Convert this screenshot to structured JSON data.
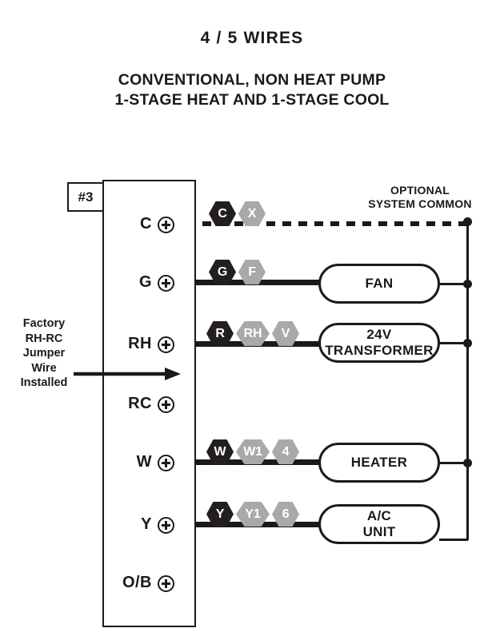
{
  "title": {
    "main": "4 / 5  WIRES",
    "sub_line1": "CONVENTIONAL, NON HEAT PUMP",
    "sub_line2": "1-STAGE HEAT AND 1-STAGE COOL"
  },
  "terminal_block": {
    "tag": "#3",
    "terminals": [
      {
        "label": "C",
        "connected": true,
        "wire_style": "dashed"
      },
      {
        "label": "G",
        "connected": true,
        "wire_style": "solid"
      },
      {
        "label": "RH",
        "connected": true,
        "wire_style": "solid"
      },
      {
        "label": "RC",
        "connected": false,
        "wire_style": "none"
      },
      {
        "label": "W",
        "connected": true,
        "wire_style": "solid"
      },
      {
        "label": "Y",
        "connected": true,
        "wire_style": "solid"
      },
      {
        "label": "O/B",
        "connected": false,
        "wire_style": "none"
      }
    ]
  },
  "wire_labels": {
    "c": [
      {
        "text": "C",
        "color": "black"
      },
      {
        "text": "X",
        "color": "gray"
      }
    ],
    "g": [
      {
        "text": "G",
        "color": "black"
      },
      {
        "text": "F",
        "color": "gray"
      }
    ],
    "rh": [
      {
        "text": "R",
        "color": "black"
      },
      {
        "text": "RH",
        "color": "gray"
      },
      {
        "text": "V",
        "color": "gray"
      }
    ],
    "w": [
      {
        "text": "W",
        "color": "black"
      },
      {
        "text": "W1",
        "color": "gray"
      },
      {
        "text": "4",
        "color": "gray"
      }
    ],
    "y": [
      {
        "text": "Y",
        "color": "black"
      },
      {
        "text": "Y1",
        "color": "gray"
      },
      {
        "text": "6",
        "color": "gray"
      }
    ]
  },
  "equipment": {
    "fan": "FAN",
    "transformer_line1": "24V",
    "transformer_line2": "TRANSFORMER",
    "heater": "HEATER",
    "ac_line1": "A/C",
    "ac_line2": "UNIT"
  },
  "annotations": {
    "left_note": "Factory\nRH-RC\nJumper\nWire\nInstalled",
    "left_note_lines": [
      "Factory",
      "RH-RC",
      "Jumper",
      "Wire",
      "Installed"
    ],
    "right_note_line1": "OPTIONAL",
    "right_note_line2": "SYSTEM COMMON"
  },
  "colors": {
    "ink": "#1a1a1a",
    "hex_black": "#231f20",
    "hex_gray": "#a9a9a9",
    "background": "#ffffff"
  }
}
